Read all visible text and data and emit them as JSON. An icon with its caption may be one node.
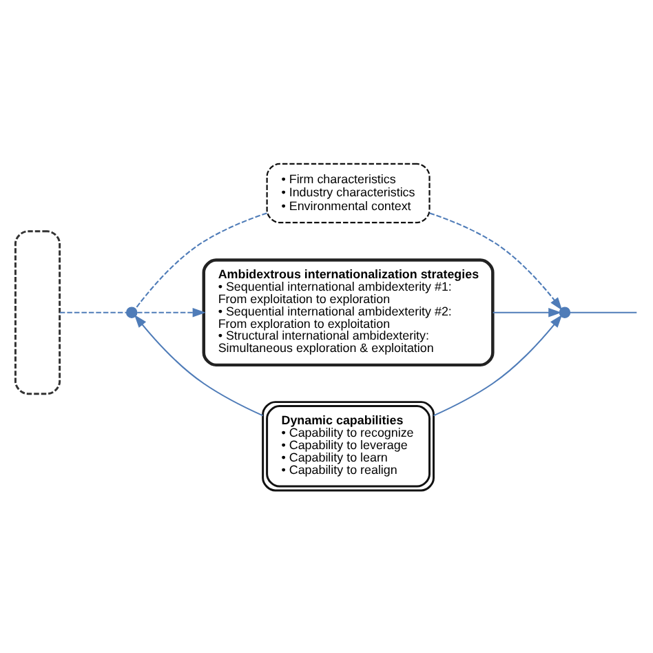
{
  "diagram": {
    "nodes": [
      {
        "text": [],
        "shape": "box"
      },
      {
        "text": [
          "• Firm characteristics",
          "• Industry characteristics",
          "• Environmental context"
        ]
      },
      {
        "text": [
          "Ambidextrous internationalization strategies",
          "• Sequential international ambidexterity #1: From exploitation to exploration",
          "• Sequential international ambidexterity #2: From exploration to exploitation",
          "• Structural international ambidexterity: Simultaneous exploration & exploitation"
        ]
      },
      {
        "text": [
          "Dynamic capabilities",
          "• Capability to recognize",
          "• Capability to leverage",
          "• Capability to learn",
          "• Capability to realign"
        ]
      },
      {
        "text": [],
        "shape": "point"
      },
      {
        "text": [],
        "shape": "point"
      }
    ],
    "edges": [
      {
        "from": 0,
        "to": 4,
        "arrow": "none",
        "style": "dashed"
      },
      {
        "from": 1,
        "to": 4,
        "arrow": "none",
        "style": "dashed"
      },
      {
        "from": 4,
        "to": 2,
        "arrow": "to",
        "style": "dashed"
      },
      {
        "from": 3,
        "to": 4,
        "arrow": "to"
      },
      {
        "from": 1,
        "to": 5,
        "arrow": "to",
        "style": "dashed"
      },
      {
        "from": 2,
        "to": 5,
        "arrow": "to"
      },
      {
        "from": 3,
        "to": 5,
        "arrow": "to"
      },
      {
        "from": 5,
        "to": null,
        "arrow": "none"
      }
    ]
  }
}
